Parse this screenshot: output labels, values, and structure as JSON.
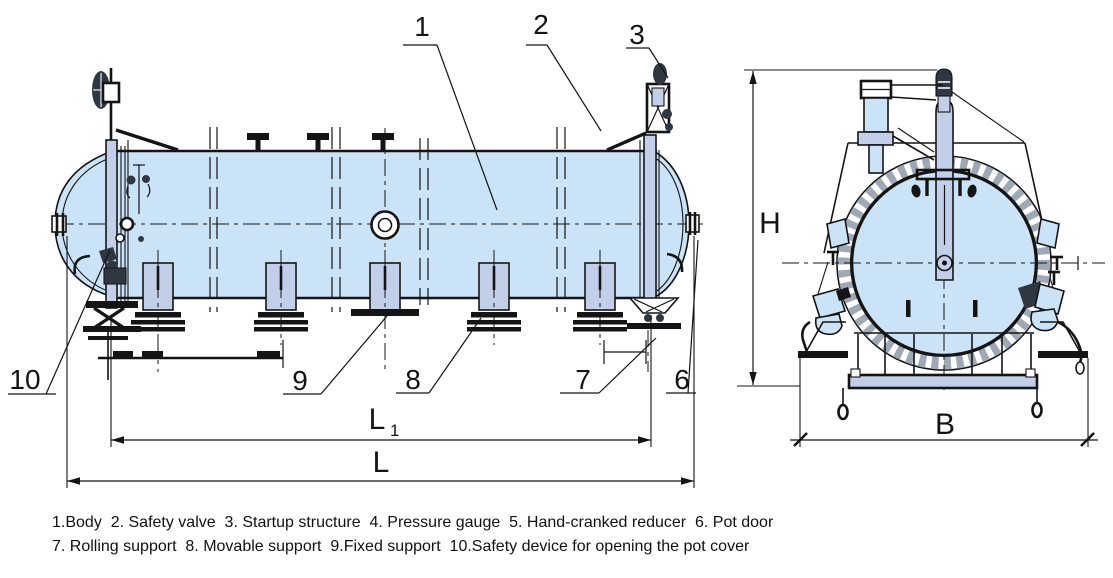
{
  "drawing": {
    "callouts": {
      "c1": "1",
      "c2": "2",
      "c3": "3",
      "c6": "6",
      "c7": "7",
      "c8": "8",
      "c9": "9",
      "c10": "10"
    },
    "dimensions": {
      "length_overall": "L",
      "length_l1_main": "L",
      "length_l1_sub": "1",
      "height": "H",
      "width": "B"
    }
  },
  "legend": {
    "line1": "1.Body  2. Safety valve  3. Startup structure  4. Pressure gauge  5. Hand-cranked reducer  6. Pot door",
    "line2": "7. Rolling support  8. Movable support  9.Fixed support  10.Safety device for opening the pot cover"
  },
  "colors": {
    "background": "#ffffff",
    "vessel_fill": "#cbe3f7",
    "steel_fill": "#c2cfe9",
    "line": "#141414",
    "dark_fill": "#2f3742",
    "ring": "#9aa4b2"
  }
}
